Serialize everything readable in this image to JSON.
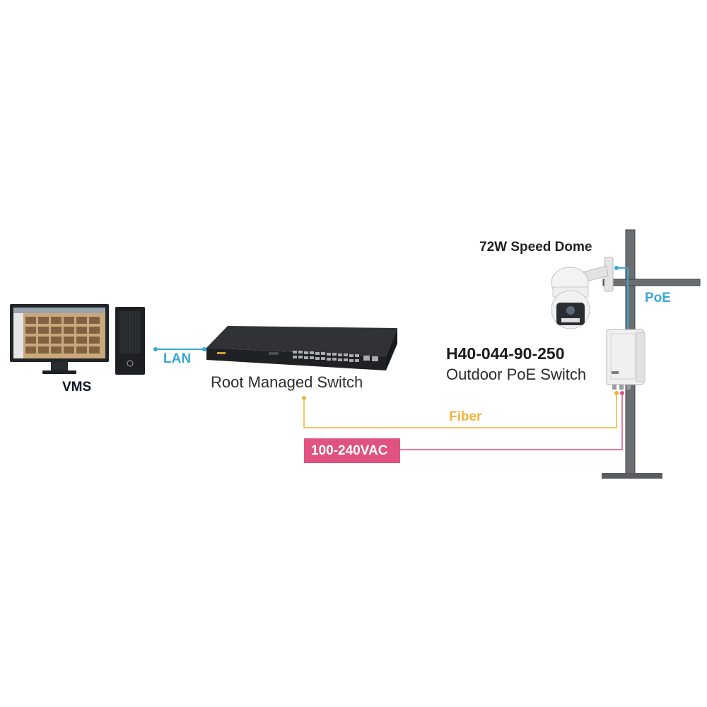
{
  "labels": {
    "lan": "LAN",
    "vms": "VMS",
    "root_switch": "Root Managed Switch",
    "speed_dome": "72W Speed Dome",
    "poe": "PoE",
    "model": "H40-044-90-250",
    "outdoor_switch": "Outdoor PoE Switch",
    "fiber": "Fiber",
    "power": "100-240VAC"
  },
  "colors": {
    "lan_line": "#3aa6d6",
    "fiber_line": "#f2b43c",
    "power_line": "#e0527f",
    "pole": "#5f6366",
    "switch_body": "#2b2d30",
    "enclosure": "#eeeeee"
  },
  "icons": {
    "workstation": "desktop-monitor-tower-icon",
    "switch": "rack-switch-icon",
    "camera": "speed-dome-camera-icon",
    "enclosure": "outdoor-enclosure-icon",
    "pole": "pole-icon"
  }
}
